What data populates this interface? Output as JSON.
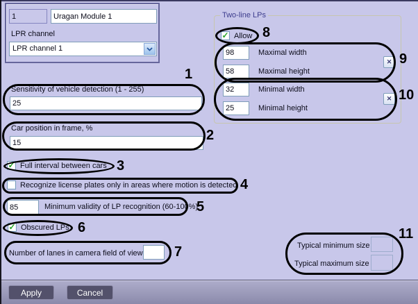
{
  "module_panel": {
    "id_value": "1",
    "name_value": "Uragan Module 1",
    "channel_label": "LPR channel",
    "channel_value": "LPR channel 1"
  },
  "two_line": {
    "title": "Two-line LPs",
    "allow": {
      "label": "Allow",
      "checked": true,
      "check_glyph": "✓"
    },
    "maximal_width": {
      "value": "98",
      "label": "Maximal width"
    },
    "maximal_height": {
      "value": "58",
      "label": "Maximal height"
    },
    "minimal_width": {
      "value": "32",
      "label": "Minimal width"
    },
    "minimal_height": {
      "value": "25",
      "label": "Minimal height"
    },
    "area_button_glyph": "✕"
  },
  "fields": {
    "sensitivity": {
      "label": "Sensitivity of vehicle detection (1 - 255)",
      "value": "25"
    },
    "car_position": {
      "label": "Car position in frame, %",
      "value": "15"
    },
    "full_interval": {
      "label": "Full interval between cars",
      "checked": true,
      "check_glyph": "✓"
    },
    "motion_only": {
      "label": "Recognize license plates only in areas where motion is detected",
      "checked": false,
      "check_glyph": ""
    },
    "min_validity": {
      "value": "85",
      "label": "Minimum validity of LP recognition (60-100%)"
    },
    "obscured": {
      "label": "Obscured LPs",
      "checked": true,
      "check_glyph": "✓"
    },
    "lanes": {
      "label": "Number of lanes in camera field of view",
      "value": ""
    }
  },
  "typical_size": {
    "min_label": "Typical minimum size",
    "min_value": "",
    "max_label": "Typical maximum size",
    "max_value": ""
  },
  "callouts": {
    "n1": "1",
    "n2": "2",
    "n3": "3",
    "n4": "4",
    "n5": "5",
    "n6": "6",
    "n7": "7",
    "n8": "8",
    "n9": "9",
    "n10": "10",
    "n11": "11"
  },
  "buttons": {
    "apply": "Apply",
    "cancel": "Cancel"
  },
  "colors": {
    "background": "#c8c7ea",
    "input_border": "#7f9db9",
    "group_title": "#3d3d8d",
    "check_green": "#26a426",
    "footer_button": "#53516b",
    "callout": "#000000"
  }
}
